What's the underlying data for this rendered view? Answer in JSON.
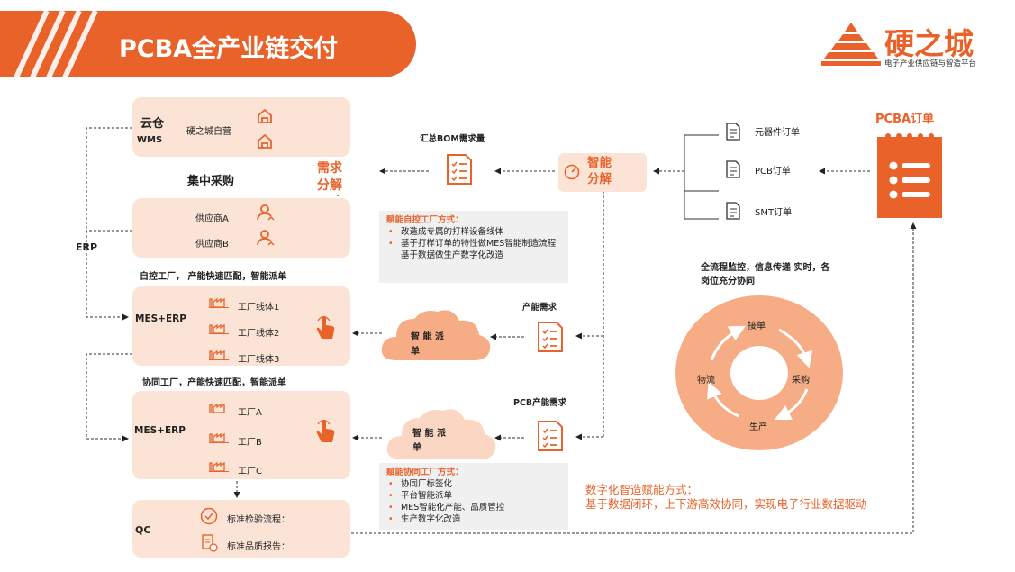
{
  "header": {
    "title": "PCBA全产业链交付",
    "brand_name": "硬之城",
    "brand_tagline": "电子产业供应链与智造平台"
  },
  "colors": {
    "accent": "#e8622a",
    "box_fill": "#fbe3d6",
    "ring_fill": "#f6ac84"
  },
  "warehouse": {
    "title": "云仓",
    "subtitle": "WMS",
    "label": "硬之城自营"
  },
  "centralized_purchase": "集中采购",
  "suppliers": [
    "供应商A",
    "供应商B"
  ],
  "demand_split": "需求\n分解",
  "erp_label": "ERP",
  "self_factory": {
    "heading": "自控工厂， 产能快速匹配，智能派单",
    "system": "MES+ERP",
    "lines": [
      "工厂线体1",
      "工厂线体2",
      "工厂线体3"
    ]
  },
  "collab_factory": {
    "heading": "协同工厂，产能快速匹配，智能派单",
    "system": "MES+ERP",
    "lines": [
      "工厂A",
      "工厂B",
      "工厂C"
    ]
  },
  "qc": {
    "title": "QC",
    "items": [
      "标准检验流程：",
      "标准品质报告："
    ]
  },
  "bom_summary": "汇总BOM需求量",
  "smart_split": "智能\n分解",
  "orders": [
    "元器件订单",
    "PCB订单",
    "SMT订单"
  ],
  "pcba_order": "PCBA订单",
  "capacity_demand": "产能需求",
  "pcb_capacity_demand": "PCB产能需求",
  "smart_dispatch": "智 能 派\n单",
  "self_features": {
    "title": "赋能自控工厂方式：",
    "items": [
      "改造成专属的打样设备线体",
      "基于打样订单的特性做MES智能制造流程基于数据做生产数字化改造"
    ]
  },
  "collab_features": {
    "title": "赋能协同工厂方式：",
    "items": [
      "协同厂标签化",
      "平台智能派单",
      "MES智能化产能、品质管控",
      "生产数字化改造"
    ]
  },
  "monitor_text": "全流程监控，信息传递 实时，各岗位充分协同",
  "ring_labels": [
    "接单",
    "采购",
    "生产",
    "物流"
  ],
  "digital": {
    "title": "数字化智造赋能方式：",
    "desc": "基于数据闭环，上下游高效协同，实现电子行业数据驱动"
  }
}
